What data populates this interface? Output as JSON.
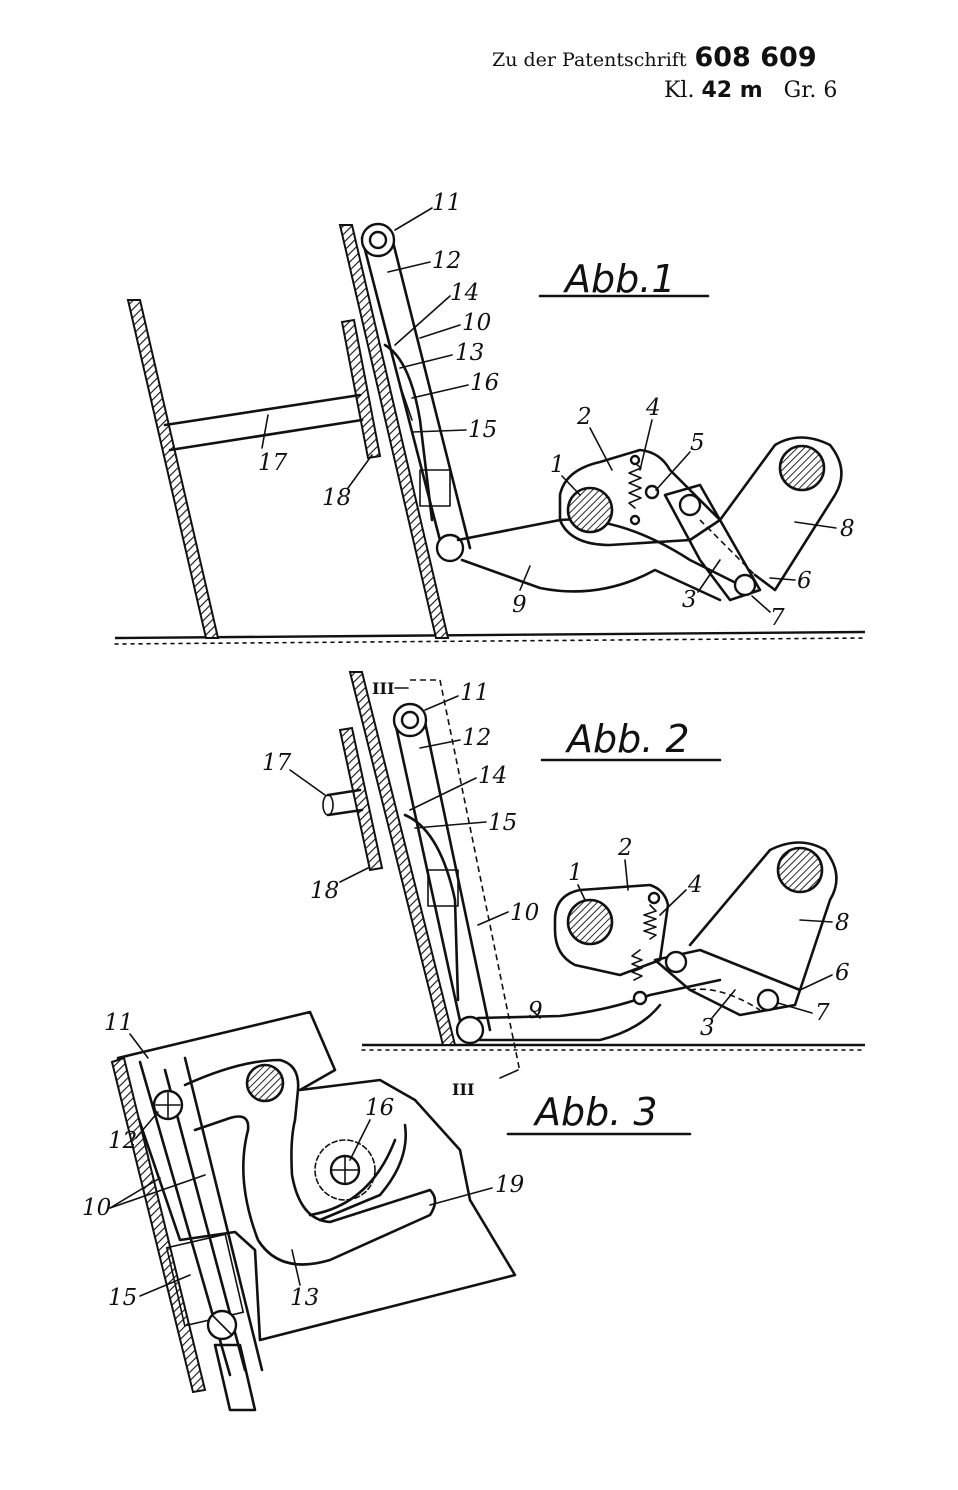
{
  "header": {
    "line1_text": "Zu der Patentschrift",
    "line1_number": "608 609",
    "class_label": "Kl.",
    "class_value": "42 m",
    "group": "Gr. 6"
  },
  "figures": [
    {
      "title": "Abb.1",
      "labels": [
        "11",
        "12",
        "14",
        "10",
        "13",
        "16",
        "15",
        "17",
        "18",
        "2",
        "4",
        "5",
        "1",
        "8",
        "9",
        "3",
        "6",
        "7"
      ]
    },
    {
      "title": "Abb. 2",
      "section_mark": "III",
      "labels": [
        "11",
        "12",
        "17",
        "14",
        "15",
        "18",
        "10",
        "2",
        "1",
        "4",
        "8",
        "9",
        "6",
        "3",
        "7"
      ]
    },
    {
      "title": "Abb. 3",
      "labels": [
        "11",
        "16",
        "12",
        "19",
        "10",
        "13",
        "15"
      ]
    }
  ]
}
